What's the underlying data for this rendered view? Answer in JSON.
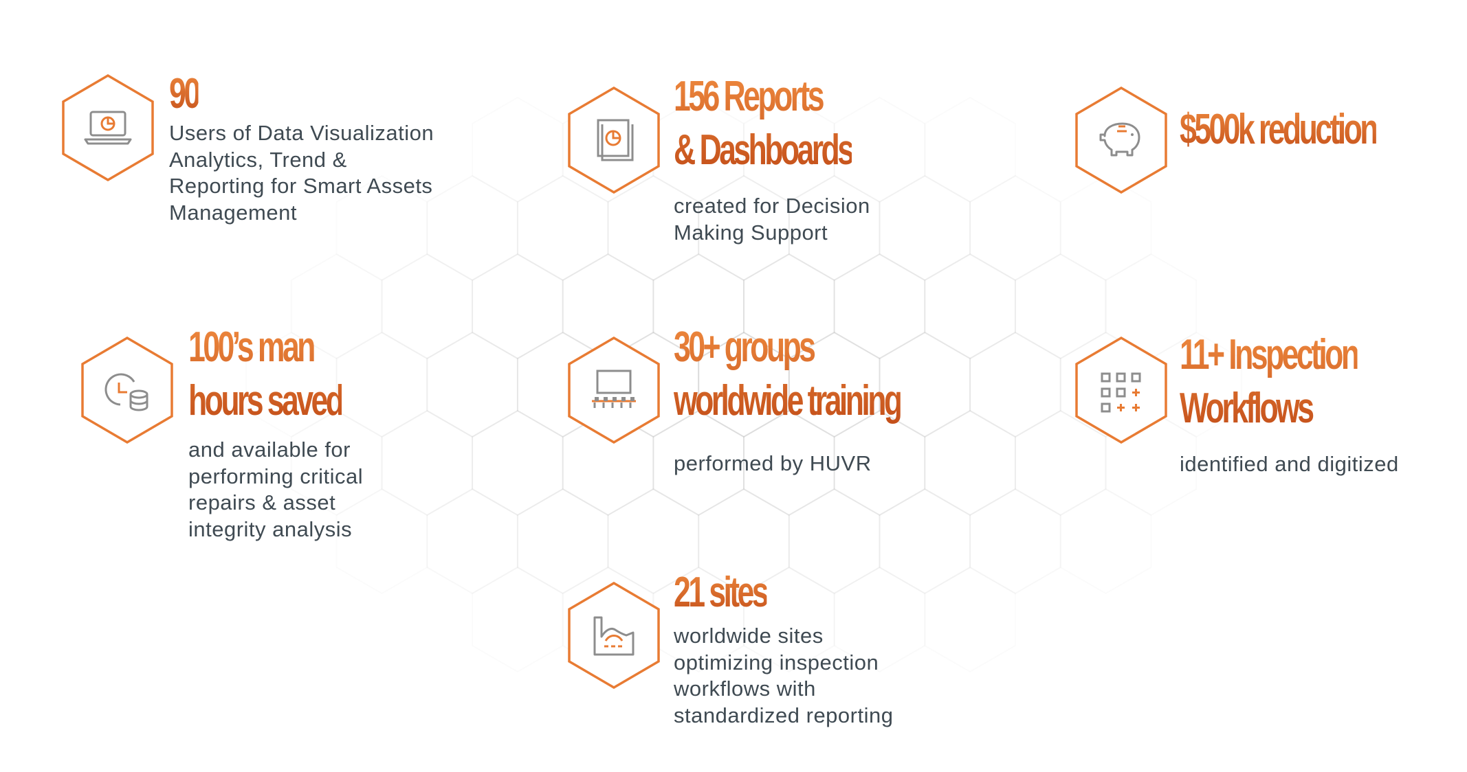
{
  "colors": {
    "accent_light": "#ef8a3f",
    "accent_dark": "#c24d18",
    "hex_outline": "#e87b33",
    "icon_gray": "#8d8d8d",
    "body_text": "#3f4a52"
  },
  "stats": [
    {
      "icon": "laptop-chart-icon",
      "headline": [
        "90"
      ],
      "description": [
        "Users of Data Visualization",
        "Analytics, Trend &",
        "Reporting for Smart Assets",
        "Management"
      ]
    },
    {
      "icon": "report-pie-chart-icon",
      "headline": [
        "156 Reports",
        "& Dashboards"
      ],
      "description": [
        "created for Decision",
        "Making Support"
      ]
    },
    {
      "icon": "piggy-bank-icon",
      "headline": [
        "$500k reduction"
      ],
      "description": []
    },
    {
      "icon": "clock-coins-icon",
      "headline": [
        "100’s man",
        "hours saved"
      ],
      "description": [
        "and available for",
        "performing critical",
        "repairs & asset",
        "integrity analysis"
      ]
    },
    {
      "icon": "training-screen-icon",
      "headline": [
        "30+ groups",
        "worldwide training"
      ],
      "description": [
        "performed by HUVR"
      ]
    },
    {
      "icon": "workflow-grid-icon",
      "headline": [
        "11+ Inspection",
        "Workflows"
      ],
      "description": [
        "identified and digitized"
      ]
    },
    {
      "icon": "factory-site-icon",
      "headline": [
        "21 sites"
      ],
      "description": [
        "worldwide sites",
        "optimizing inspection",
        "workflows with",
        "standardized reporting"
      ]
    }
  ]
}
